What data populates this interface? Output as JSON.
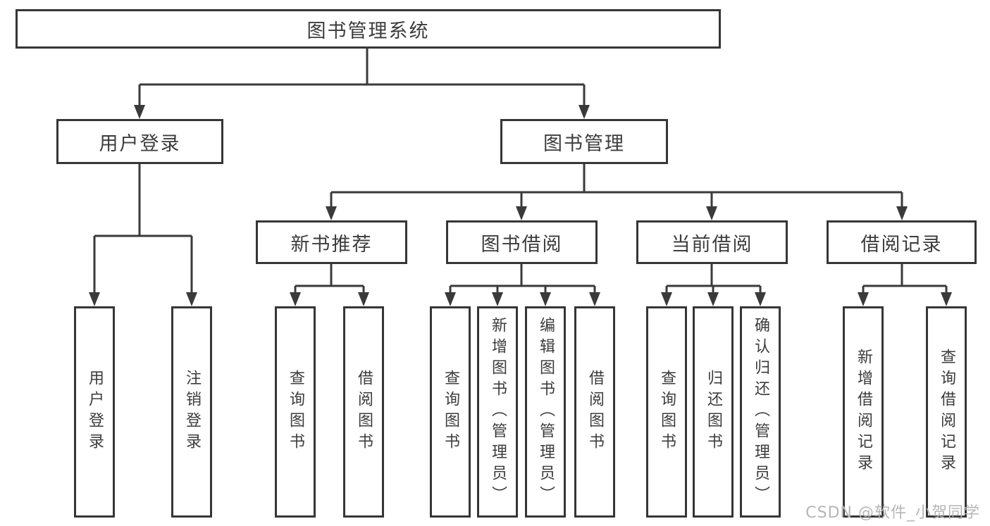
{
  "diagram": {
    "type": "hierarchy-tree",
    "root": {
      "label": "图书管理系统"
    },
    "level2": [
      {
        "label": "用户登录"
      },
      {
        "label": "图书管理"
      }
    ],
    "level3": [
      {
        "label": "新书推荐"
      },
      {
        "label": "图书借阅"
      },
      {
        "label": "当前借阅"
      },
      {
        "label": "借阅记录"
      }
    ],
    "leaves": {
      "user_login": [
        {
          "label": "用户登录"
        },
        {
          "label": "注销登录"
        }
      ],
      "new_books": [
        {
          "label": "查询图书"
        },
        {
          "label": "借阅图书"
        }
      ],
      "book_borrow": [
        {
          "label": "查询图书"
        },
        {
          "label": "新增图书（管理员）"
        },
        {
          "label": "编辑图书（管理员）"
        },
        {
          "label": "借阅图书"
        }
      ],
      "current_borrow": [
        {
          "label": "查询图书"
        },
        {
          "label": "归还图书"
        },
        {
          "label": "确认归还（管理员）"
        }
      ],
      "borrow_records": [
        {
          "label": "新增借阅记录"
        },
        {
          "label": "查询借阅记录"
        }
      ]
    }
  },
  "watermark": {
    "text": "CSDN @软件_小贺同学",
    "color": "#b6b6ba"
  },
  "colors": {
    "background": "#ffffff",
    "box_border": "#363636",
    "line": "#3a3a3a",
    "text": "#3c3c3c"
  }
}
